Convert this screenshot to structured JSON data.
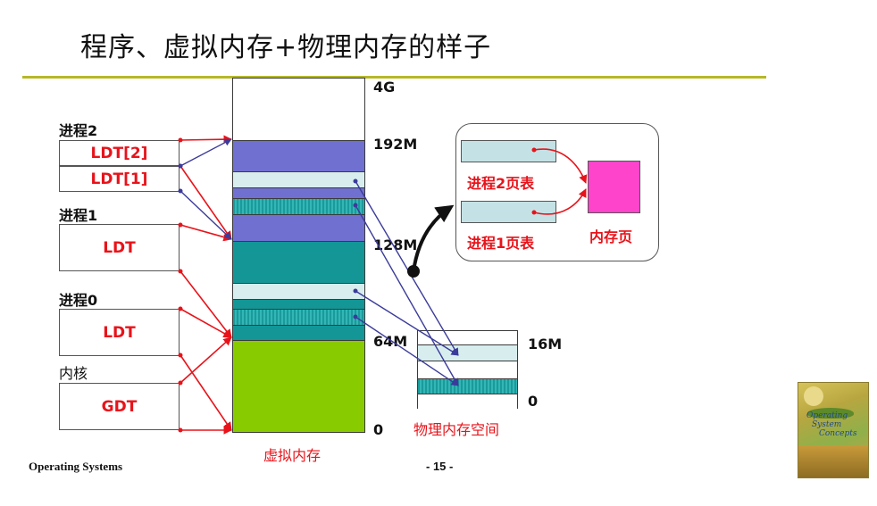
{
  "title": "程序、虚拟内存+物理内存的样子",
  "processes": {
    "p2_label": "进程2",
    "p2_ldt2": "LDT[2]",
    "p2_ldt1": "LDT[1]",
    "p1_label": "进程1",
    "p1_ldt": "LDT",
    "p0_label": "进程0",
    "p0_ldt": "LDT",
    "kernel_label": "内核",
    "kernel_gdt": "GDT"
  },
  "virtual_memory": {
    "caption": "虚拟内存",
    "addr_4g": "4G",
    "addr_192m": "192M",
    "addr_128m": "128M",
    "addr_64m": "64M",
    "addr_0": "0"
  },
  "physical_memory": {
    "caption": "物理内存空间",
    "addr_16m": "16M",
    "addr_0": "0"
  },
  "callout": {
    "p2_page_table": "进程2页表",
    "p1_page_table": "进程1页表",
    "memory_page": "内存页"
  },
  "footer": {
    "left": "Operating Systems",
    "page": "- 15 -"
  },
  "book_cover": {
    "line1": "Operating",
    "line2": "System",
    "line3": "Concepts"
  },
  "colors": {
    "purple": "#7070d0",
    "teal": "#149696",
    "light_cyan": "#d8eeee",
    "green": "#88cc00",
    "pink": "#ff44cc",
    "red": "#e8131a",
    "blue_line": "#3b3b9b",
    "rule": "#b6b827"
  }
}
